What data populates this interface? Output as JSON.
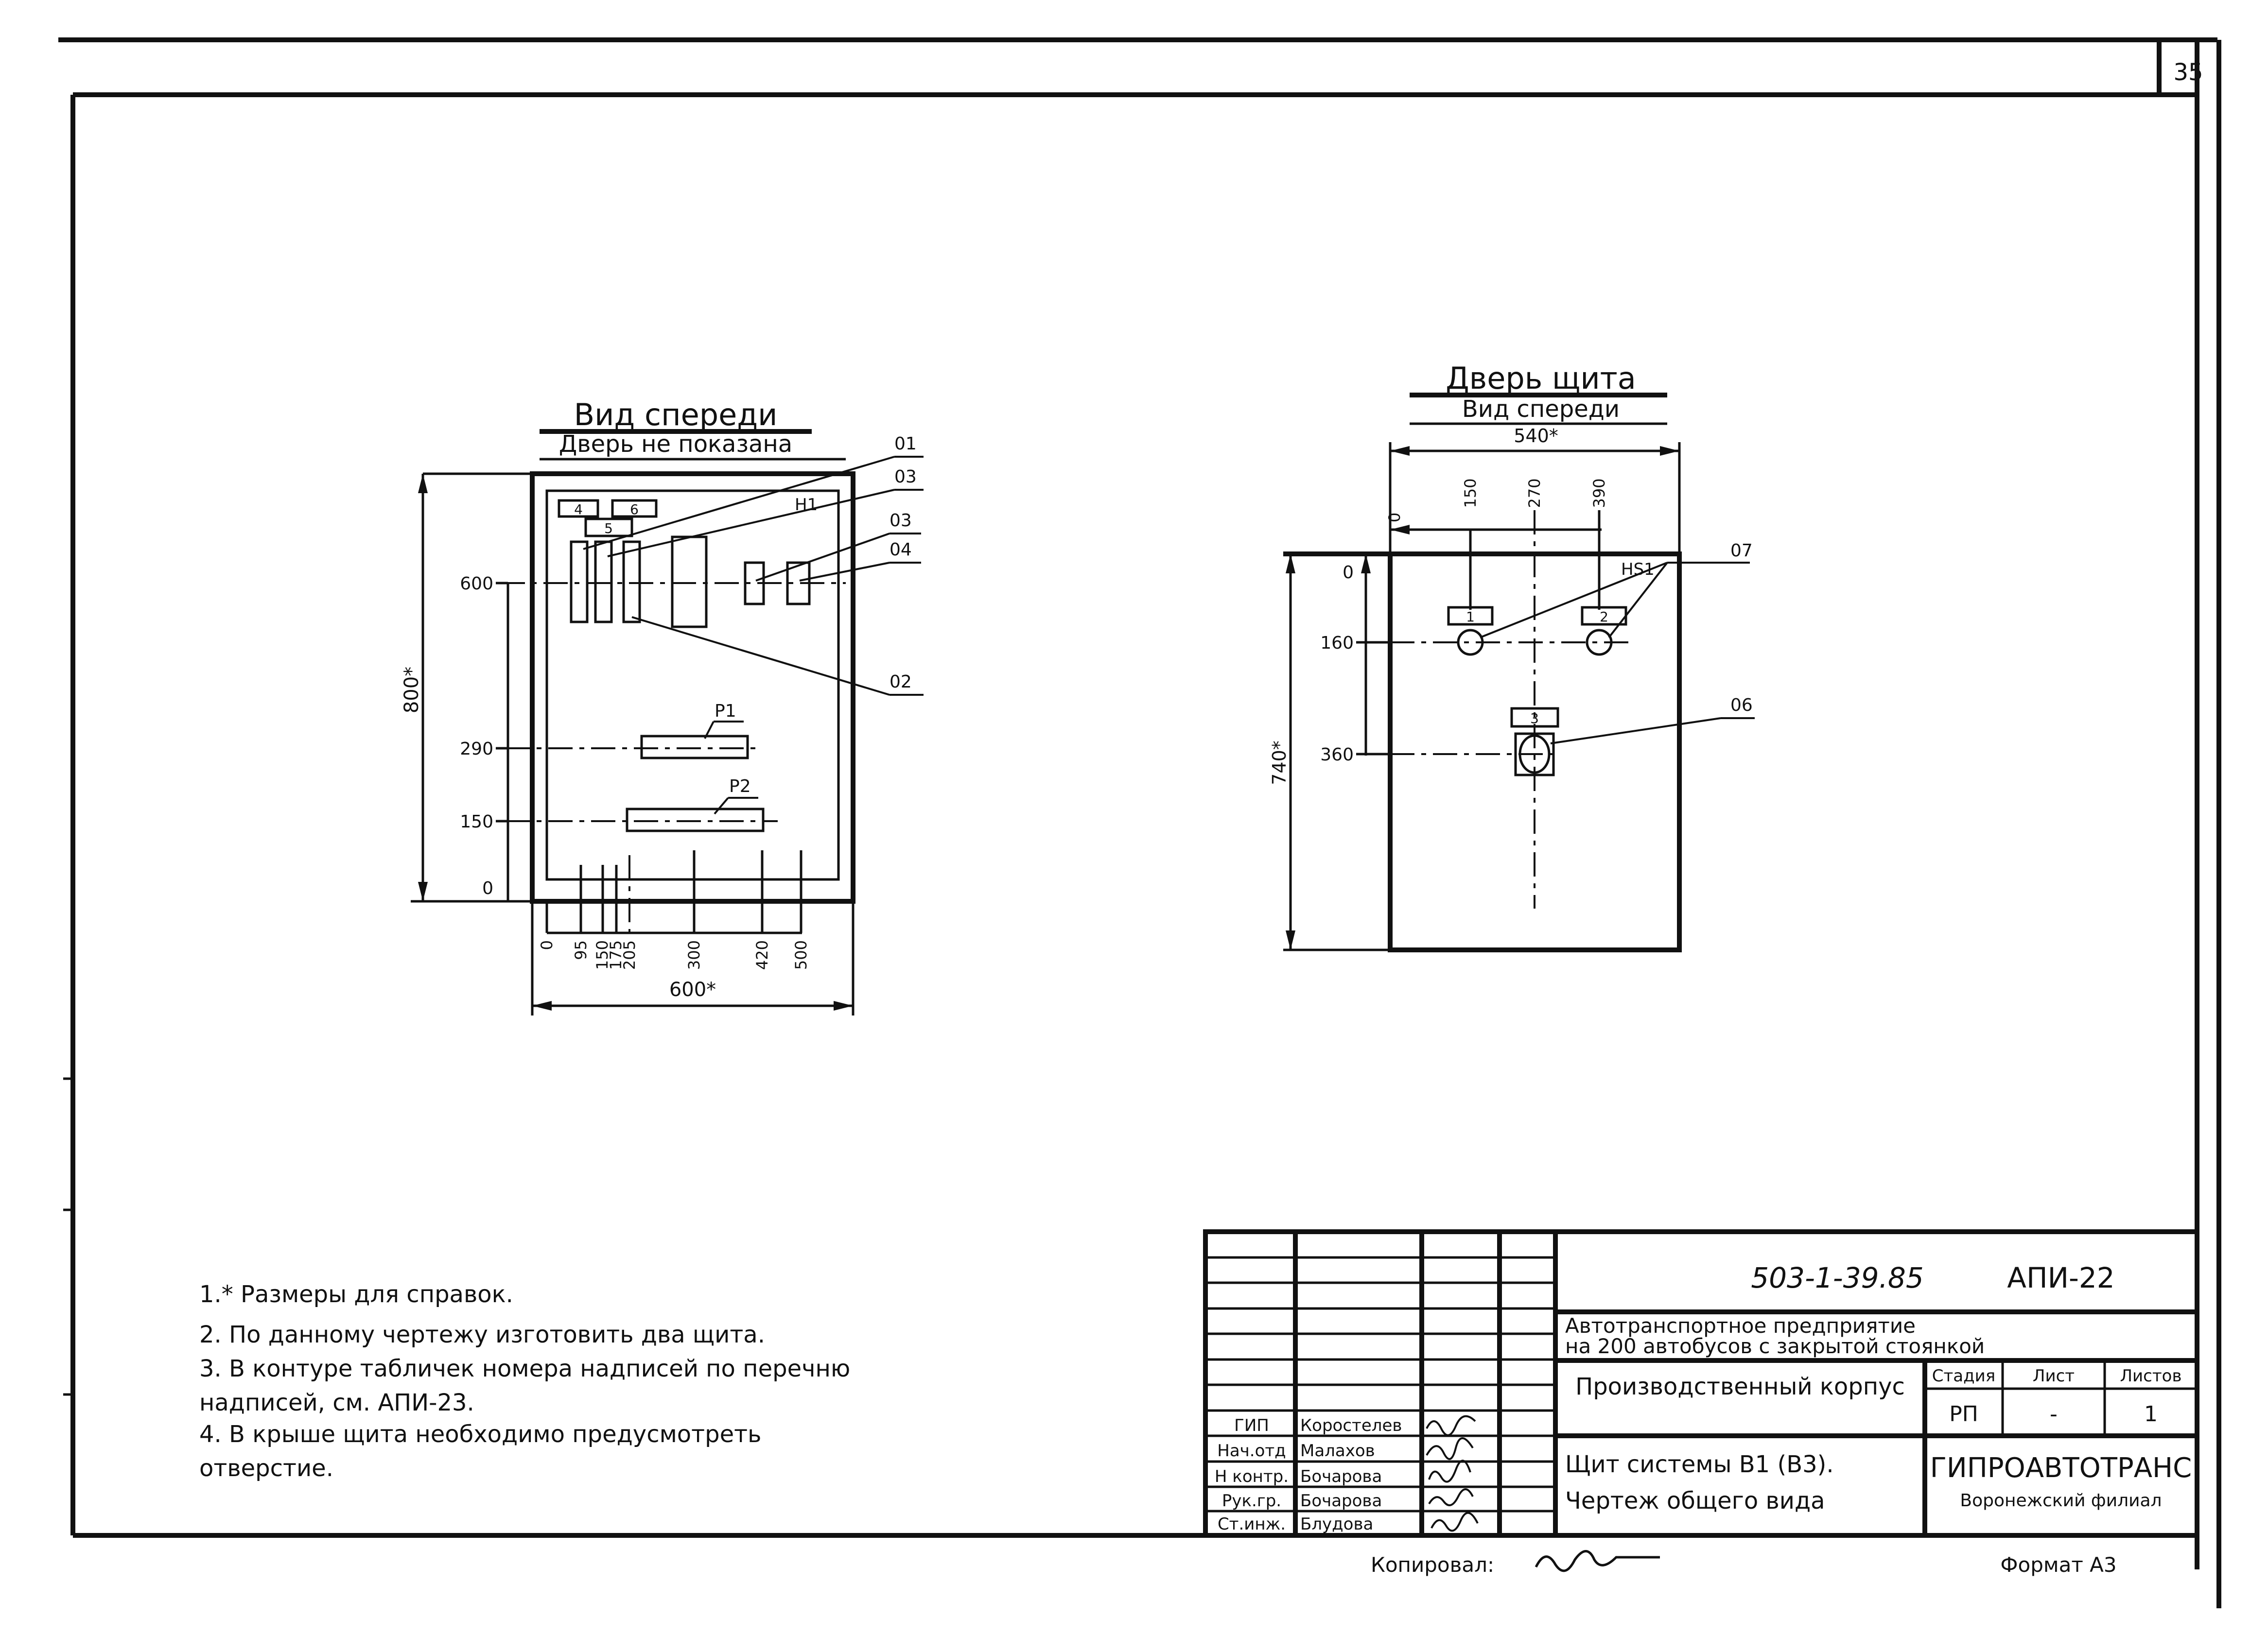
{
  "sheet": {
    "page_number": "35",
    "copied_label": "Копировал:",
    "format_label": "Формат А3"
  },
  "front_view": {
    "title": "Вид спереди",
    "subtitle": "Дверь не показана",
    "height_dim": "800*",
    "width_dim": "600*",
    "vertical_ticks": [
      "600",
      "290",
      "150",
      "0"
    ],
    "horizontal_ticks": [
      "0",
      "95",
      "150",
      "175",
      "205",
      "300",
      "420",
      "500"
    ],
    "callouts": [
      "01",
      "03",
      "03",
      "04",
      "02"
    ],
    "plate_labels": [
      "4",
      "6",
      "5",
      "Н1"
    ],
    "resistor_labels": [
      "Р1",
      "Р2"
    ]
  },
  "door_view": {
    "title": "Дверь щита",
    "subtitle": "Вид спереди",
    "width_dim": "540*",
    "height_dim": "740*",
    "top_ticks": [
      "0",
      "150",
      "270",
      "390"
    ],
    "vertical_ticks": [
      "0",
      "160",
      "360"
    ],
    "callouts": [
      "07",
      "06"
    ],
    "plate_labels": [
      "1",
      "2",
      "3",
      "НS1"
    ]
  },
  "notes": [
    "1.* Размеры для справок.",
    "2. По данному чертежу изготовить два щита.",
    "3. В контуре табличек номера надписей по перечню",
    "надписей, см. АПИ-23.",
    "4. В крыше щита необходимо предусмотреть",
    "отверстие."
  ],
  "title_block": {
    "doc_code": "503-1-39.85",
    "doc_mark": "АПИ-22",
    "project_line1": "Автотранспортное предприятие",
    "project_line2": "на 200 автобусов с закрытой стоянкой",
    "building": "Производственный корпус",
    "stage_header": "Стадия",
    "sheet_header": "Лист",
    "sheets_header": "Листов",
    "stage": "РП",
    "sheet": "-",
    "sheets": "1",
    "drawing_line1": "Щит системы В1 (В3).",
    "drawing_line2": "Чертеж общего вида",
    "org_name": "ГИПРОАВТОТРАНС",
    "org_branch": "Воронежский филиал",
    "staff": [
      {
        "role": "ГИП",
        "name": "Коростелев"
      },
      {
        "role": "Нач.отд",
        "name": "Малахов"
      },
      {
        "role": "Н контр.",
        "name": "Бочарова"
      },
      {
        "role": "Рук.гр.",
        "name": "Бочарова"
      },
      {
        "role": "Ст.инж.",
        "name": "Блудова"
      }
    ]
  }
}
